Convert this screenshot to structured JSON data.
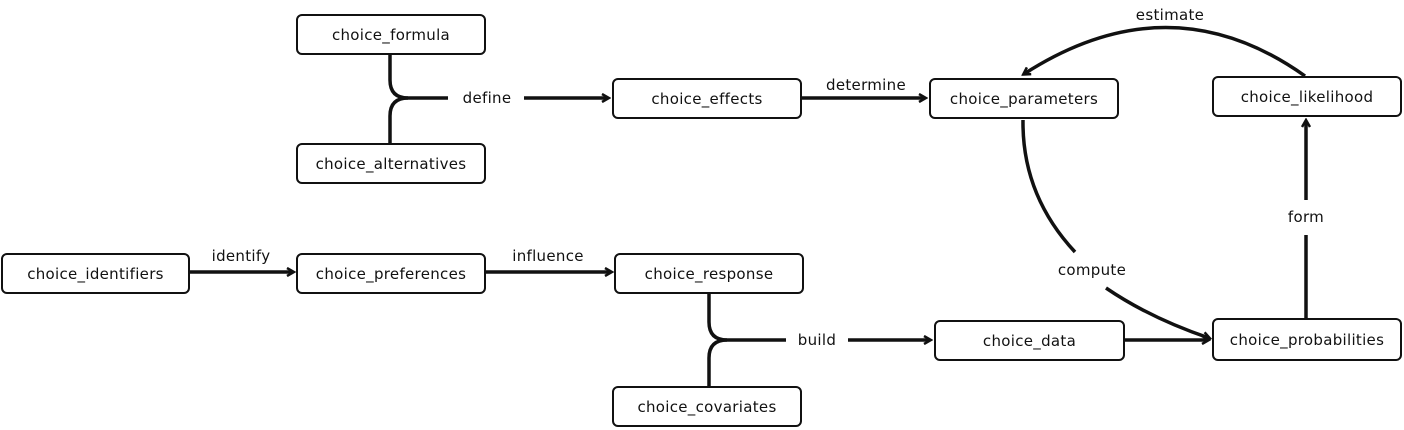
{
  "nodes": {
    "formula": "choice_formula",
    "alternatives": "choice_alternatives",
    "effects": "choice_effects",
    "parameters": "choice_parameters",
    "likelihood": "choice_likelihood",
    "identifiers": "choice_identifiers",
    "preferences": "choice_preferences",
    "response": "choice_response",
    "covariates": "choice_covariates",
    "data": "choice_data",
    "probabilities": "choice_probabilities"
  },
  "edges": {
    "define": "define",
    "determine": "determine",
    "estimate": "estimate",
    "identify": "identify",
    "influence": "influence",
    "build": "build",
    "compute": "compute",
    "form": "form"
  },
  "colors": {
    "line": "#111111",
    "background": "#ffffff"
  }
}
